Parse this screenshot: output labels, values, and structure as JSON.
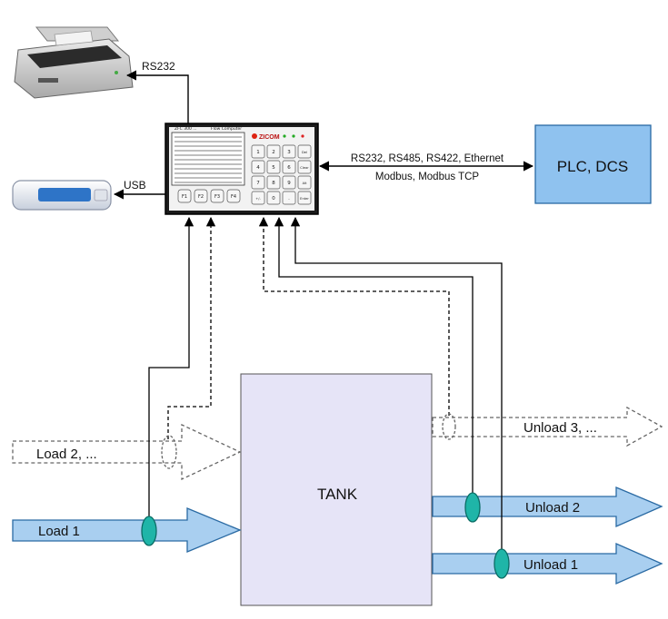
{
  "devices": {
    "printer_link": "RS232",
    "usb_link": "USB",
    "comm_line1": "RS232, RS485, RS422, Ethernet",
    "comm_line2": "Modbus, Modbus TCP",
    "plc_label": "PLC, DCS",
    "controller_model": "ZFC 300 ...",
    "controller_subtitle": "Flow Computer",
    "controller_brand": "ZICOM"
  },
  "controller_keys": [
    "1",
    "2",
    "3",
    "Del",
    "4",
    "5",
    "6",
    "Clear",
    "7",
    "8",
    "9",
    "Alt",
    "+/-",
    "0",
    ".",
    "Enter"
  ],
  "controller_fkeys": [
    "F1",
    "F2",
    "F3",
    "F4"
  ],
  "tank_label": "TANK",
  "flows": {
    "load2": "Load 2, ...",
    "load1": "Load 1",
    "unload3": "Unload 3, ...",
    "unload2": "Unload 2",
    "unload1": "Unload 1"
  },
  "colors": {
    "pipe_fill": "#a9cff0",
    "pipe_stroke": "#2a6aa3",
    "sensor_fill": "#1fb5a8",
    "tank_fill": "#e6e4f7",
    "plc_fill": "#8fc2ef",
    "line": "#000000"
  }
}
